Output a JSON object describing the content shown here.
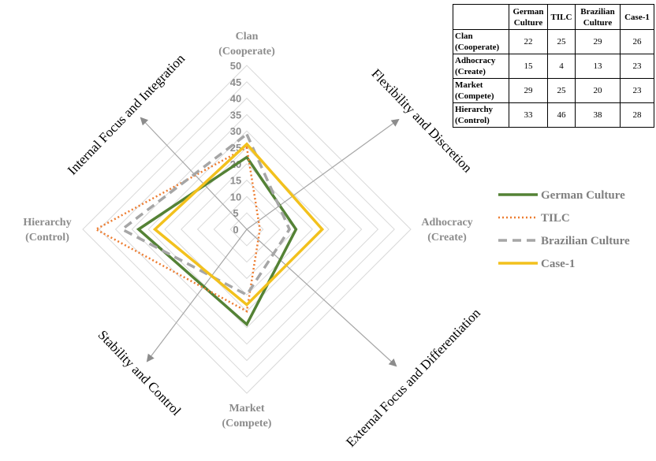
{
  "chart_data": {
    "type": "radar",
    "axes": [
      {
        "name": "Clan",
        "sub": "(Cooperate)"
      },
      {
        "name": "Adhocracy",
        "sub": "(Create)"
      },
      {
        "name": "Market",
        "sub": "(Compete)"
      },
      {
        "name": "Hierarchy",
        "sub": "(Control)"
      }
    ],
    "range": [
      0,
      50
    ],
    "ticks": [
      0,
      5,
      10,
      15,
      20,
      25,
      30,
      35,
      40,
      45,
      50
    ],
    "series": [
      {
        "name": "German Culture",
        "values": [
          22,
          15,
          29,
          33
        ],
        "color": "#548235",
        "style": "solid"
      },
      {
        "name": "TILC",
        "values": [
          25,
          4,
          25,
          46
        ],
        "color": "#ed7d31",
        "style": "dotted"
      },
      {
        "name": "Brazilian Culture",
        "values": [
          29,
          13,
          20,
          38
        ],
        "color": "#a6a6a6",
        "style": "dashed"
      },
      {
        "name": "Case-1",
        "values": [
          26,
          23,
          23,
          28
        ],
        "color": "#f2c11d",
        "style": "solid"
      }
    ],
    "diagonal_labels": {
      "top_left": "Internal Focus and Integration",
      "top_right": "Flexibility and Discretion",
      "bottom_left": "Stability and Control",
      "bottom_right": "External Focus and Differentiation"
    },
    "legend_position": "right"
  },
  "table": {
    "headers": [
      {
        "line1": "German",
        "line2": "Culture"
      },
      {
        "line1": "TILC",
        "line2": ""
      },
      {
        "line1": "Brazilian",
        "line2": "Culture"
      },
      {
        "line1": "Case-1",
        "line2": ""
      }
    ],
    "rows": [
      {
        "line1": "Clan",
        "line2": "(Cooperate)",
        "values": [
          "22",
          "25",
          "29",
          "26"
        ]
      },
      {
        "line1": "Adhocracy",
        "line2": "(Create)",
        "values": [
          "15",
          "4",
          "13",
          "23"
        ]
      },
      {
        "line1": "Market",
        "line2": "(Compete)",
        "values": [
          "29",
          "25",
          "20",
          "23"
        ]
      },
      {
        "line1": "Hierarchy",
        "line2": "(Control)",
        "values": [
          "33",
          "46",
          "38",
          "28"
        ]
      }
    ]
  }
}
